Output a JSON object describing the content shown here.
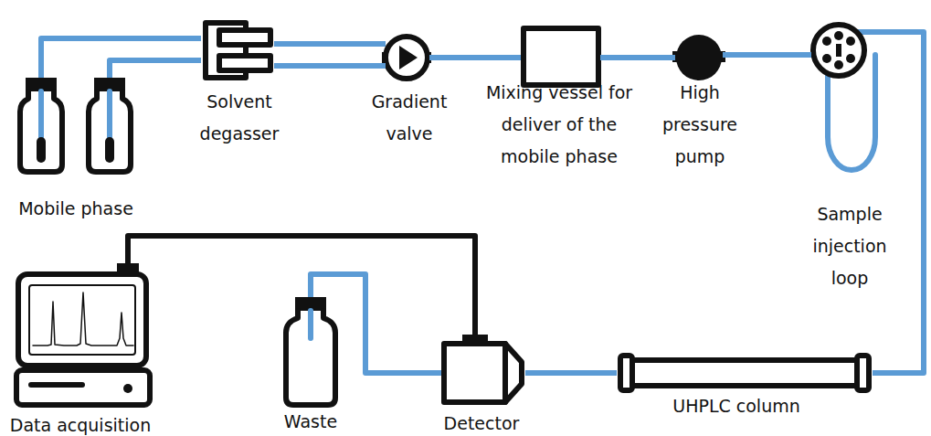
{
  "diagram": {
    "nodes": [
      {
        "text": [
          "Mobile phase"
        ]
      },
      {
        "text": [
          "Solvent degasser"
        ]
      },
      {
        "text": [
          "Gradient valve"
        ]
      },
      {
        "text": [
          "Mixing vessel for deliver of the mobile phase"
        ]
      },
      {
        "text": [
          "High pressure pump"
        ]
      },
      {
        "text": [
          "Sample injection loop"
        ]
      },
      {
        "text": [
          "Data acquisition"
        ]
      },
      {
        "text": [
          "Waste"
        ]
      },
      {
        "text": [
          "Detector"
        ]
      },
      {
        "text": [
          "UHPLC column"
        ]
      }
    ],
    "edges": [
      {
        "from": 0,
        "to": 1,
        "arrow": "none"
      },
      {
        "from": 1,
        "to": 2,
        "arrow": "none"
      },
      {
        "from": 2,
        "to": 3,
        "arrow": "none"
      },
      {
        "from": 3,
        "to": 4,
        "arrow": "none"
      },
      {
        "from": 4,
        "to": 5,
        "arrow": "none"
      },
      {
        "from": 5,
        "to": 9,
        "arrow": "none"
      },
      {
        "from": 9,
        "to": 8,
        "arrow": "none"
      },
      {
        "from": 8,
        "to": 7,
        "arrow": "none"
      },
      {
        "from": 8,
        "to": 6,
        "arrow": "none"
      }
    ]
  }
}
